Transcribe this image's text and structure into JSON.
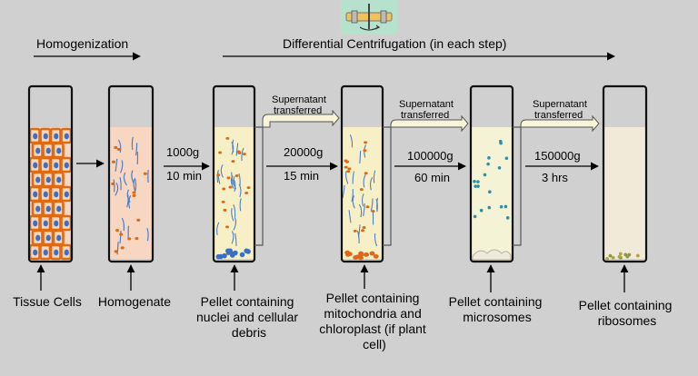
{
  "headers": {
    "homogenization": "Homogenization",
    "centrifugation": "Differential Centrifugation (in each step)"
  },
  "icon": "centrifuge-icon",
  "colors": {
    "background": "#d0d0d0",
    "tube_border": "#111111",
    "cell_wall": "#e06a12",
    "nucleus": "#3a6fc4",
    "homogenate_fill": "#f7d8c4",
    "supernatant_fill": "#f7f0c6",
    "microsome_fill": "#f4f3d6",
    "ribosome_fill": "#f1ead8",
    "icon_bg": "#b6e1cc"
  },
  "steps": [
    {
      "speed": "1000g",
      "time": "10 min"
    },
    {
      "speed": "20000g",
      "time": "15 min"
    },
    {
      "speed": "100000g",
      "time": "60 min"
    },
    {
      "speed": "150000g",
      "time": "3 hrs"
    }
  ],
  "supernatant": {
    "line1": "Supernatant",
    "line2": "transferred"
  },
  "tubes": [
    {
      "lines": [
        "Tissue Cells"
      ]
    },
    {
      "lines": [
        "Homogenate"
      ]
    },
    {
      "lines": [
        "Pellet containing",
        "nuclei and cellular",
        "debris"
      ]
    },
    {
      "lines": [
        "Pellet containing",
        "mitochondria and",
        "chloroplast (if plant",
        "cell)"
      ]
    },
    {
      "lines": [
        "Pellet containing",
        "microsomes"
      ]
    },
    {
      "lines": [
        "Pellet containing",
        "ribosomes"
      ]
    }
  ]
}
